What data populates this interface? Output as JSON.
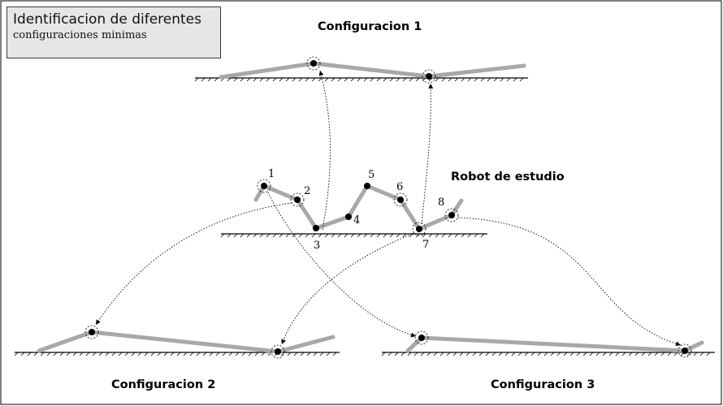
{
  "caption": {
    "title": "Identificacion de diferentes",
    "subtitle": "configuraciones minimas"
  },
  "headings": {
    "config1": "Configuracion 1",
    "config2": "Configuracion 2",
    "config3": "Configuracion 3",
    "robot": "Robot de estudio"
  },
  "joint_labels": [
    "1",
    "2",
    "3",
    "4",
    "5",
    "6",
    "7",
    "8"
  ],
  "colors": {
    "link": "#a8a8a8",
    "joint": "#000000",
    "ground": "#000000",
    "frame": "#000000",
    "caption_fill": "#e6e6e6"
  }
}
